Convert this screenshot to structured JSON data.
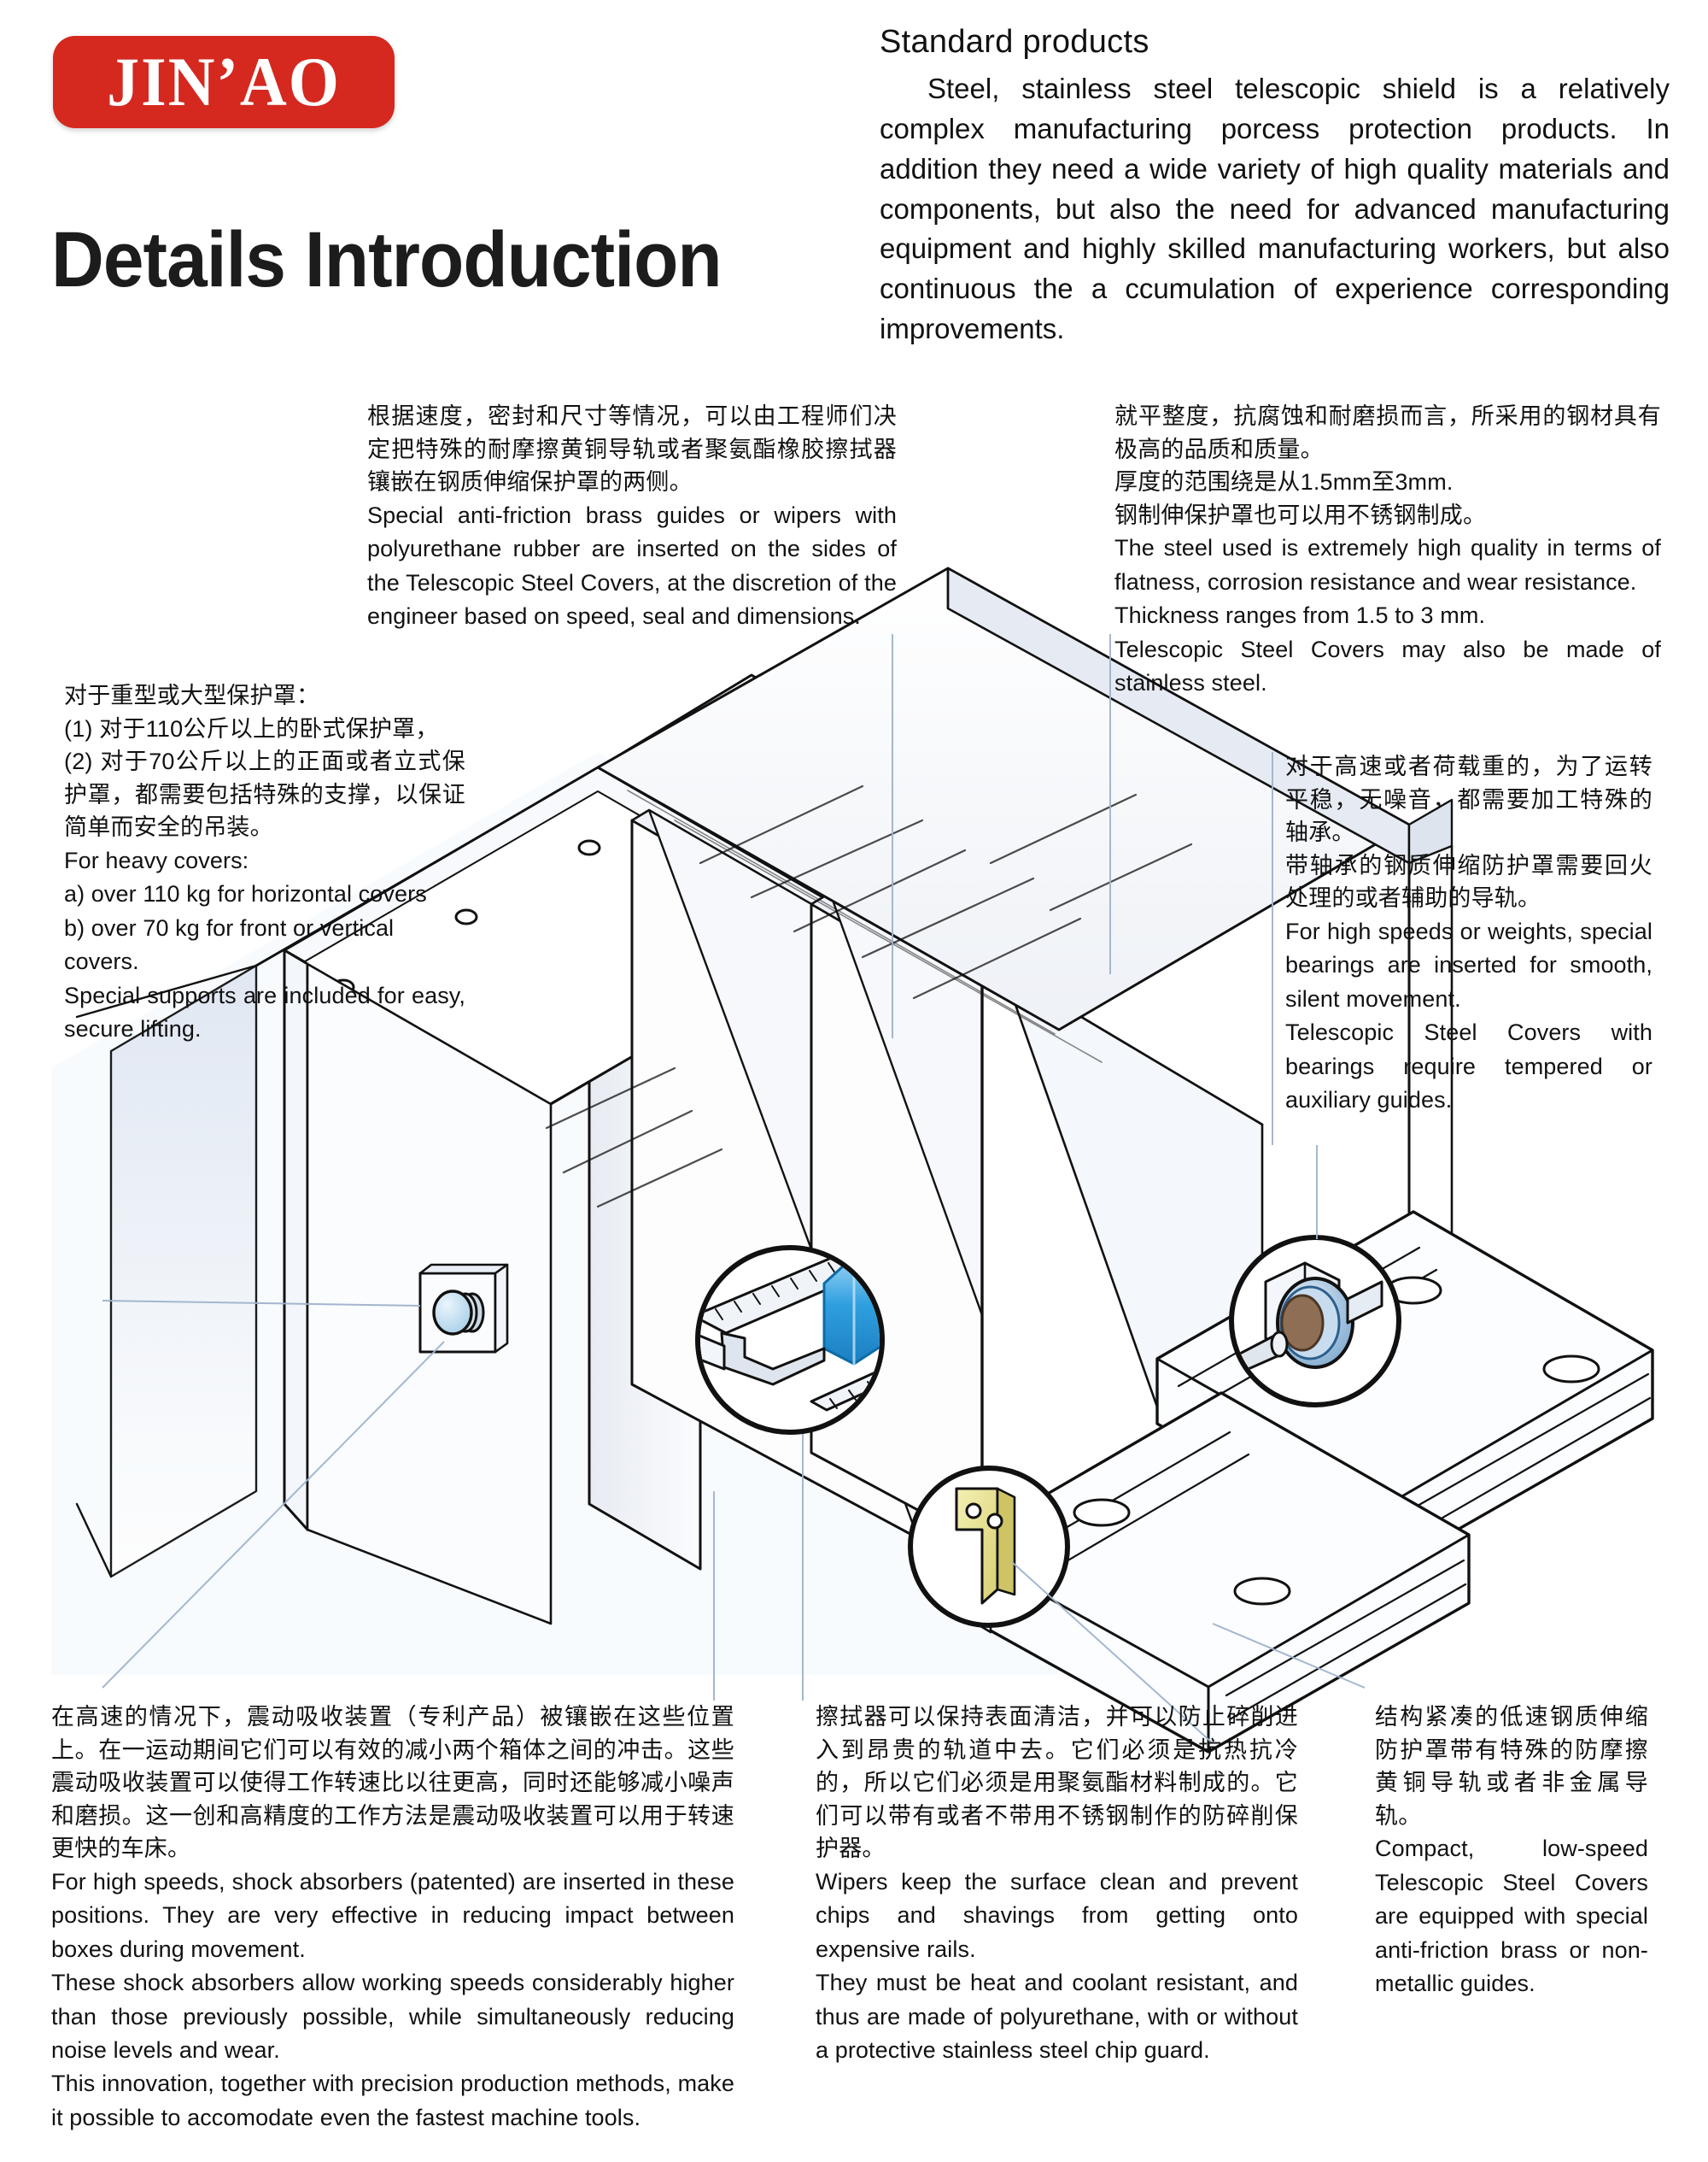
{
  "brand": {
    "logo_text": "JIN’AO",
    "logo_color": "#d5281f"
  },
  "page_title": "Details Introduction",
  "header": {
    "title": "Standard products",
    "body": "Steel, stainless steel telescopic shield is a relatively complex manufacturing porcess protection products. In addition they need a wide variety of high quality materials and components, but also the need for advanced manufacturing equipment and highly skilled manufacturing workers, but also continuous the a ccumulation of experience corresponding improvements."
  },
  "callouts": {
    "wipers": {
      "cn": "根据速度，密封和尺寸等情况，可以由工程师们决定把特殊的耐摩擦黄铜导轨或者聚氨酯橡胶擦拭器镶嵌在钢质伸缩保护罩的两侧。",
      "en": "Special anti-friction brass guides or wipers with polyurethane rubber are inserted on the sides of the Telescopic Steel Covers, at the discretion of the engineer based on speed, seal and dimensions."
    },
    "steel": {
      "cn1": "就平整度，抗腐蚀和耐磨损而言，所采用的钢材具有极高的品质和质量。",
      "cn2": "厚度的范围绕是从1.5mm至3mm.",
      "cn3": "钢制伸保护罩也可以用不锈钢制成。",
      "en1": "The steel used is extremely high quality in terms of flatness, corrosion resistance and wear resistance.",
      "en2": "Thickness ranges from 1.5 to 3 mm.",
      "en3": "Telescopic Steel Covers may also be made of stainless steel."
    },
    "heavy": {
      "cn1": "对于重型或大型保护罩：",
      "cn2": "(1) 对于110公斤以上的卧式保护罩，",
      "cn3": "(2) 对于70公斤以上的正面或者立式保护罩，都需要包括特殊的支撑，以保证简单而安全的吊装。",
      "en1": "For heavy covers:",
      "en2": "a) over 110 kg for horizontal covers",
      "en3": "b) over 70 kg for front or vertical covers.",
      "en4": "Special supports are included for easy, secure lifting."
    },
    "bearings": {
      "cn1": "对于高速或者荷载重的，为了运转平稳，无噪音，都需要加工特殊的轴承。",
      "cn2": "带轴承的钢质伸缩防护罩需要回火处理的或者辅助的导轨。",
      "en1": "For high speeds or weights, special bearings are inserted for smooth, silent movement.",
      "en2": "Telescopic Steel Covers with bearings require tempered or auxiliary guides."
    },
    "shock": {
      "cn": "在高速的情况下，震动吸收装置（专利产品）被镶嵌在这些位置上。在一运动期间它们可以有效的减小两个箱体之间的冲击。这些震动吸收装置可以使得工作转速比以往更高，同时还能够减小噪声和磨损。这一创和高精度的工作方法是震动吸收装置可以用于转速更快的车床。",
      "en1": "For high speeds, shock absorbers (patented) are inserted in these positions. They are very effective in reducing impact between boxes during movement.",
      "en2": "These shock absorbers allow working speeds considerably higher than those previously possible, while simultaneously reducing noise levels and wear.",
      "en3": "This innovation, together with precision production methods, make it possible to accomodate even the fastest machine tools."
    },
    "wipe2": {
      "cn": "擦拭器可以保持表面清洁，并可以防止碎削进入到昂贵的轨道中去。它们必须是抗热抗冷的，所以它们必须是用聚氨酯材料制成的。它们可以带有或者不带用不锈钢制作的防碎削保护器。",
      "en1": "Wipers keep the surface clean and prevent chips and shavings from getting onto expensive rails.",
      "en2": "They must be heat and coolant resistant, and thus are made of polyurethane, with or without a protective stainless steel chip guard."
    },
    "compact": {
      "cn": "结构紧凑的低速钢质伸缩防护罩带有特殊的防摩擦黄铜导轨或者非金属导轨。",
      "en": "Compact, low-speed Telescopic Steel Covers are equipped with special anti-friction brass or non-metallic guides."
    }
  },
  "illustration": {
    "name": "telescopic-steel-cover-isometric",
    "details": [
      "wiper-profile-detail",
      "bearing-roller-detail",
      "brass-guide-detail",
      "shock-absorber"
    ],
    "colors": {
      "wiper_blue": "#2f9fe0",
      "bearing_blue": "#9fc4e8",
      "brass_yellow": "#e9e49a",
      "shade": "#e8ecf3"
    }
  }
}
